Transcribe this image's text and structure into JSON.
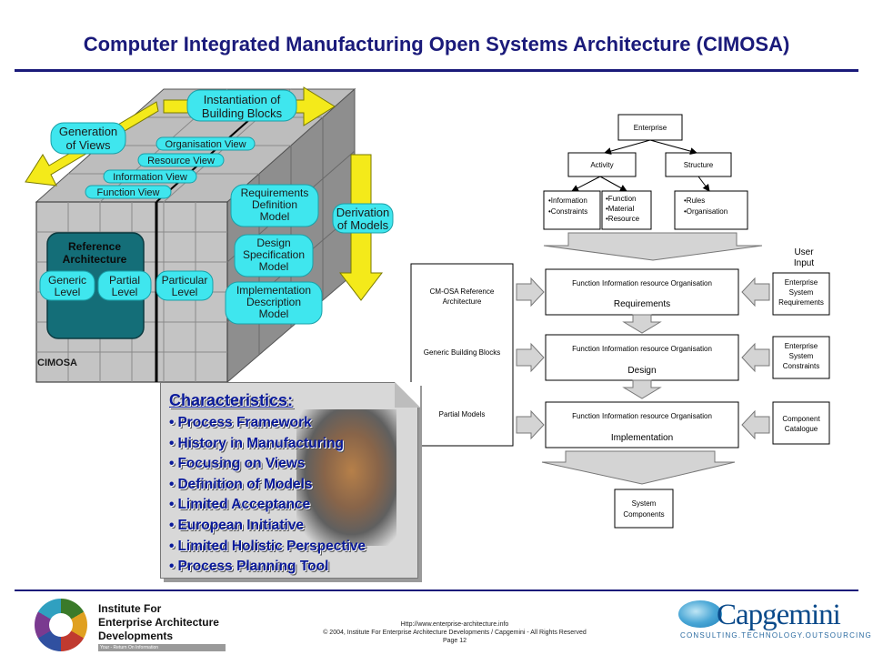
{
  "title": "Computer Integrated Manufacturing Open Systems Architecture (CIMOSA)",
  "cube": {
    "instantiation": [
      "Instantiation of",
      "Building Blocks"
    ],
    "generation": [
      "Generation",
      "of Views"
    ],
    "derivation": [
      "Derivation",
      "of Models"
    ],
    "views": [
      "Organisation View",
      "Resource View",
      "Information View",
      "Function View"
    ],
    "models": {
      "requirements": [
        "Requirements",
        "Definition",
        "Model"
      ],
      "design": [
        "Design",
        "Specification",
        "Model"
      ],
      "implementation": [
        "Implementation",
        "Description",
        "Model"
      ]
    },
    "reference": [
      "Reference",
      "Architecture"
    ],
    "levels": {
      "generic": [
        "Generic",
        "Level"
      ],
      "partial": [
        "Partial",
        "Level"
      ],
      "particular": [
        "Particular",
        "Level"
      ]
    },
    "label": "CIMOSA"
  },
  "characteristics": {
    "title": "Characteristics:",
    "items": [
      "Process Framework",
      "History in Manufacturing",
      "Focusing on Views",
      "Definition of Models",
      "Limited Acceptance",
      "European Initiative",
      "Limited Holistic Perspective",
      "Process Planning Tool"
    ]
  },
  "flow": {
    "enterprise": "Enterprise",
    "activity": "Activity",
    "structure": "Structure",
    "info_constraints": [
      "•Information",
      "•Constraints"
    ],
    "function_material": [
      "•Function",
      "•Material",
      "•Resource"
    ],
    "rules_org": [
      "•Rules",
      "•Organisation"
    ],
    "stage_header": "Function  Information  resource  Organisation",
    "stages": [
      "Requirements",
      "Design",
      "Implementation"
    ],
    "left_panel": [
      "CM-OSA Reference",
      "Architecture",
      "Generic Building Blocks",
      "Partial Models"
    ],
    "user_input": [
      "User",
      "Input"
    ],
    "right_boxes": [
      [
        "Enterprise",
        "System",
        "Requirements"
      ],
      [
        "Enterprise",
        "System",
        "Constraints"
      ],
      [
        "Component",
        "Catalogue"
      ]
    ],
    "output": [
      "System",
      "Components"
    ]
  },
  "footer": {
    "url": "Http://www.enterprise-architecture.info",
    "copyright": "© 2004,  Institute For Enterprise Architecture Developments  /  Capgemini - All Rights Reserved",
    "page": "Page 12"
  },
  "ifead": {
    "name": [
      "Institute For",
      "Enterprise Architecture",
      "Developments"
    ],
    "tagline": "Your - Return On Information"
  },
  "capgemini": {
    "name": "Capgemini",
    "tagline": "CONSULTING.TECHNOLOGY.OUTSOURCING"
  },
  "colors": {
    "title": "#1a1a7a",
    "bubble": "#3fe6ee",
    "arrow_yellow": "#f4ea1a",
    "reference": "#146e78"
  }
}
